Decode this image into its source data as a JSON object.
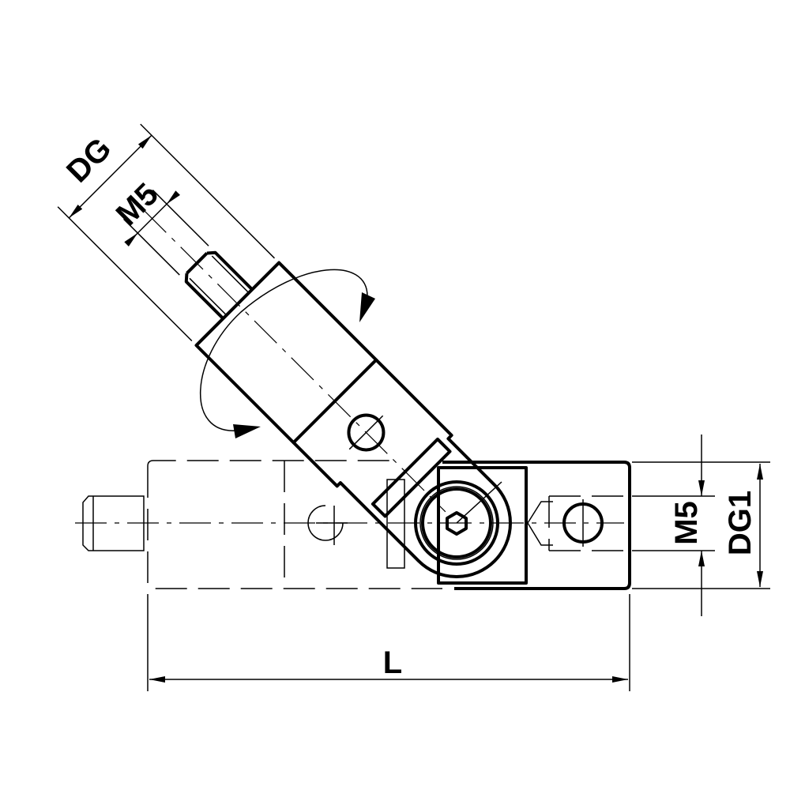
{
  "drawing": {
    "labels": {
      "dg": "DG",
      "m5_angled": "M5",
      "m5_right": "M5",
      "dg1": "DG1",
      "length": "L"
    },
    "line_color": "#000000",
    "background_color": "#ffffff"
  }
}
